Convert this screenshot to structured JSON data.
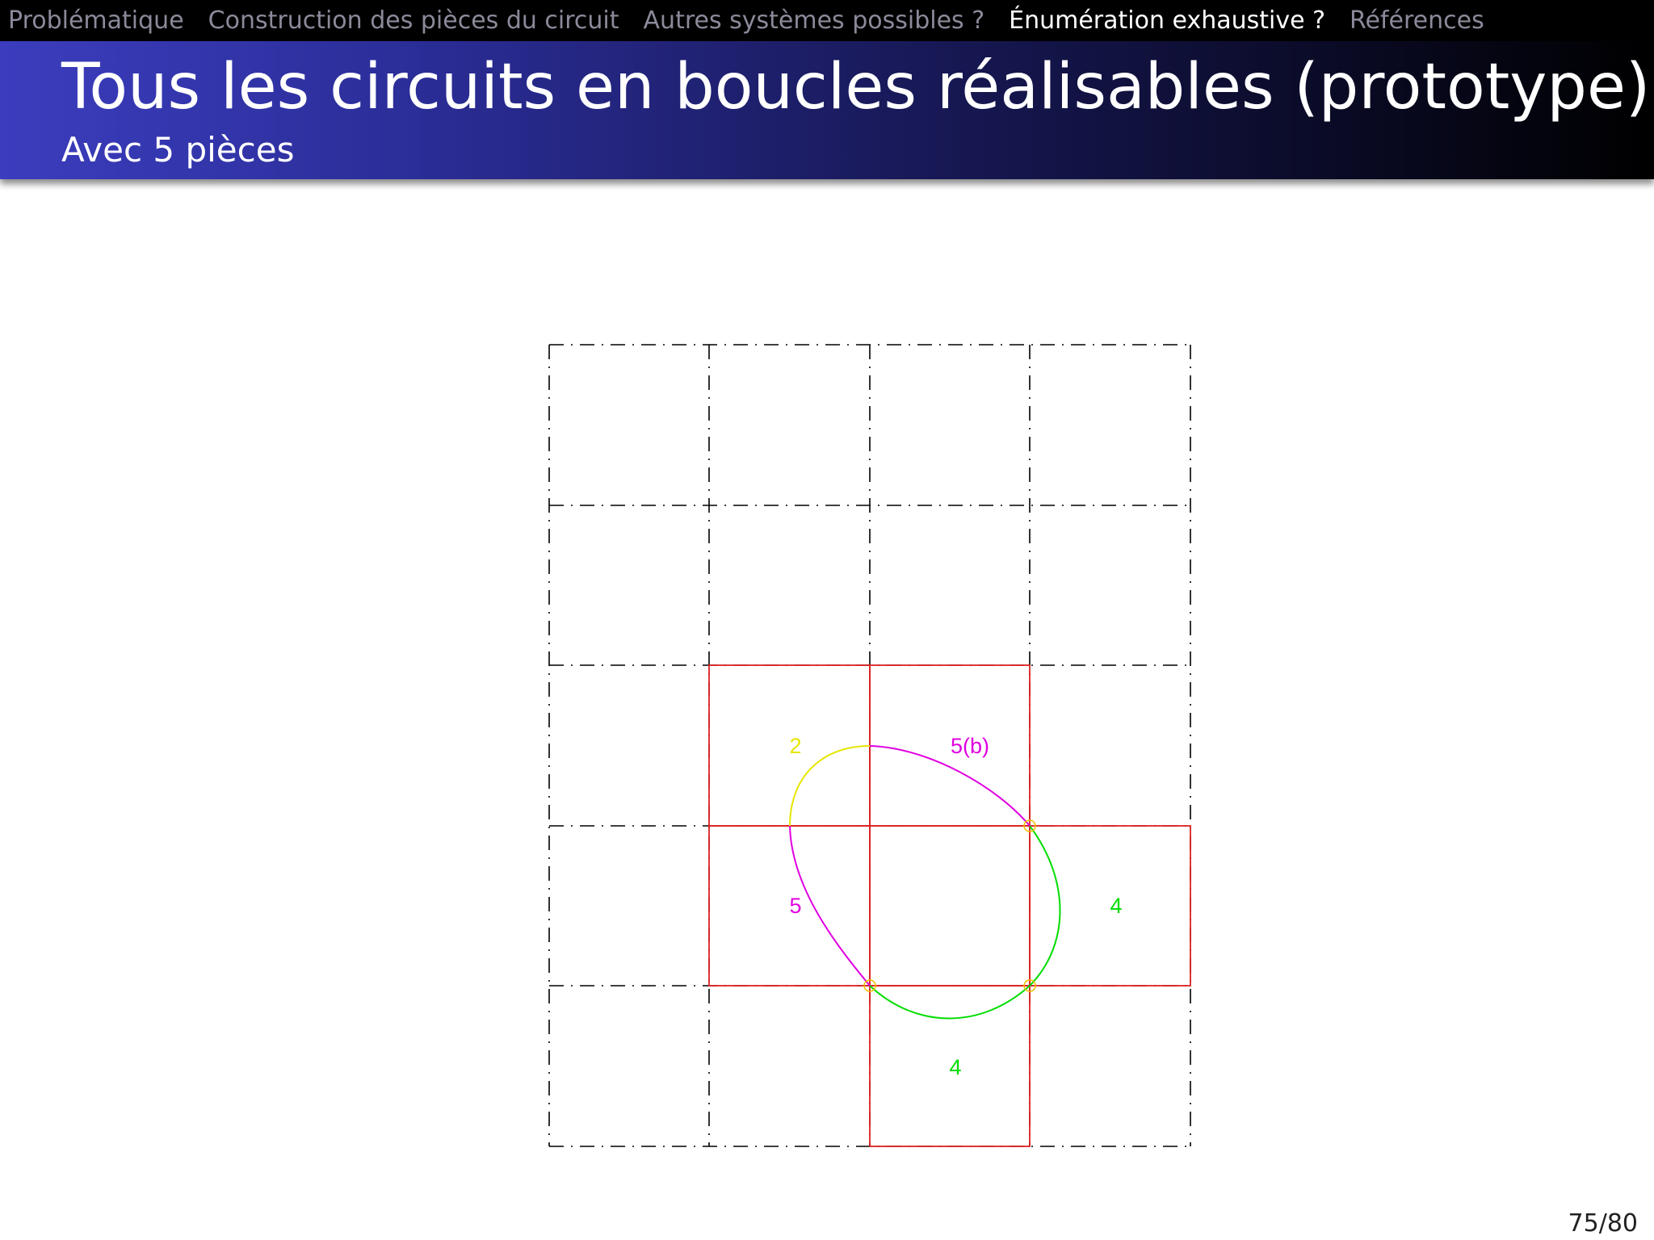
{
  "nav": {
    "items": [
      {
        "label": "Problématique",
        "active": false
      },
      {
        "label": "Construction des pièces du circuit",
        "active": false
      },
      {
        "label": "Autres systèmes possibles ?",
        "active": false
      },
      {
        "label": "Énumération exhaustive ?",
        "active": true
      },
      {
        "label": "Références",
        "active": false
      }
    ]
  },
  "frame": {
    "title": "Tous les circuits en boucles réalisables (prototype)",
    "subtitle": "Avec 5 pièces"
  },
  "diagram": {
    "grid": {
      "columns": 4,
      "rows": 5
    },
    "pieces": [
      {
        "label": "2",
        "color": "#e6e600"
      },
      {
        "label": "5(b)",
        "color": "#e000e0"
      },
      {
        "label": "5",
        "color": "#e000e0"
      },
      {
        "label": "4",
        "color": "#00dd00"
      },
      {
        "label": "4",
        "color": "#00dd00"
      }
    ],
    "cell_outline_color": "#dd2222",
    "joint_color": "#f0c000"
  },
  "footer": {
    "page_number": "75/80"
  }
}
